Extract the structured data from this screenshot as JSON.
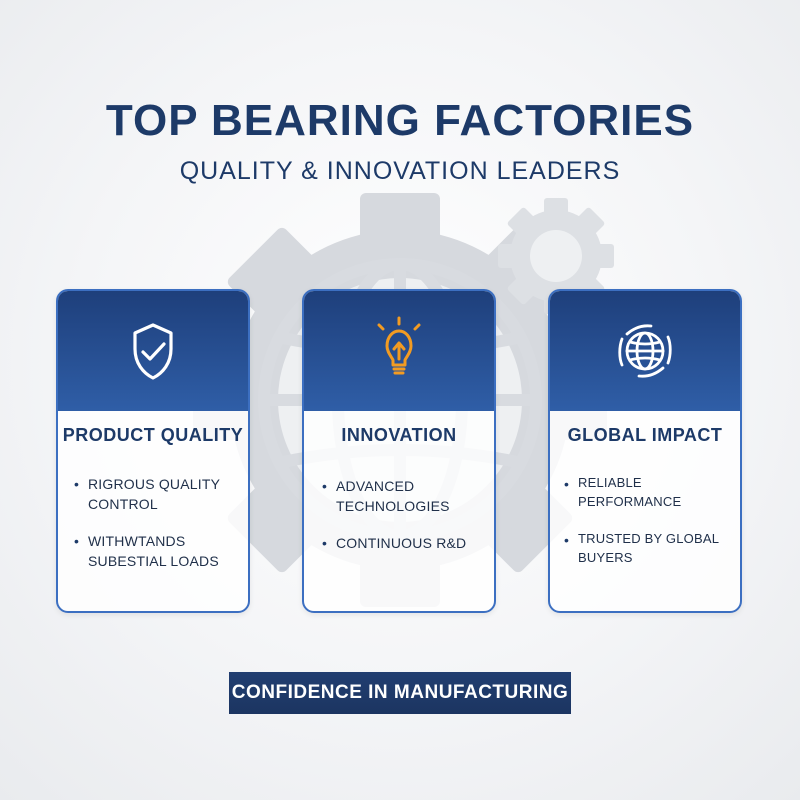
{
  "header": {
    "title": "TOP BEARING FACTORIES",
    "subtitle": "QUALITY & INNOVATION LEADERS"
  },
  "cards": [
    {
      "title": "PRODUCT QUALITY",
      "icon": "shield-check-icon",
      "items": [
        "RIGROUS QUALITY CONTROL",
        "WITHWTANDS SUBESTIAL LOADS"
      ]
    },
    {
      "title": "INNOVATION",
      "icon": "lightbulb-icon",
      "items": [
        "ADVANCED TECHNOLOGIES",
        "CONTINUOUS R&D"
      ]
    },
    {
      "title": "GLOBAL IMPACT",
      "icon": "globe-icon",
      "items": [
        "RELIABLE PERFORMANCE",
        "TRUSTED BY GLOBAL BUYERS"
      ]
    }
  ],
  "footer": {
    "banner": "CONFIDENCE IN MANUFACTURING"
  },
  "colors": {
    "primary_navy": "#1d3a68",
    "card_header_blue": "#2f5ea7",
    "card_border": "#3c6fc1",
    "accent_orange": "#f29b22",
    "background_light": "#f4f5f7",
    "gear_gray": "#d6d9de"
  },
  "background": {
    "icons": [
      "gear-icon",
      "globe-icon"
    ]
  }
}
